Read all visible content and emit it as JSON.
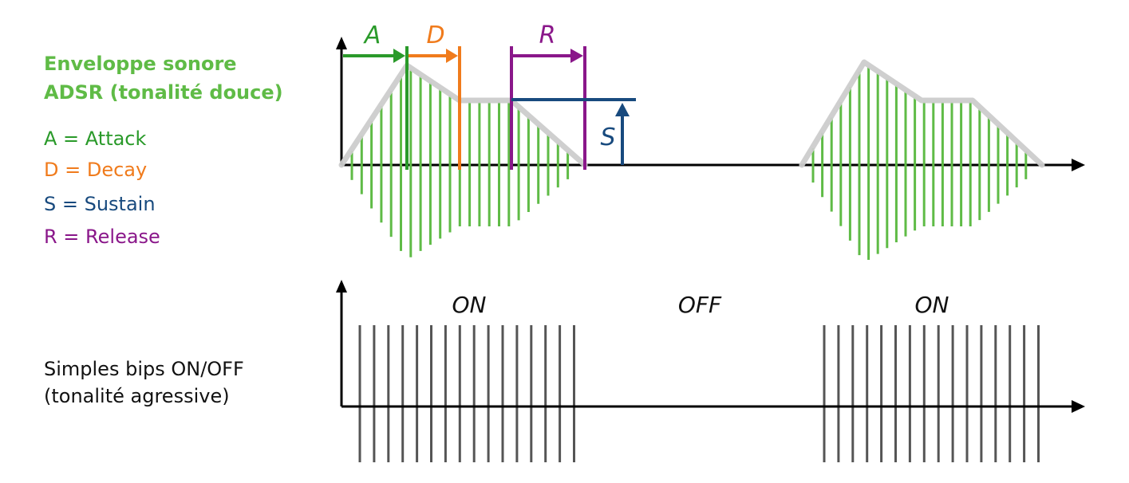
{
  "adsr_panel": {
    "title_line1": "Enveloppe sonore",
    "title_line2": "ADSR (tonalité douce)",
    "legend": [
      {
        "key": "attack",
        "text": "A = Attack",
        "color": "#2a9a2a"
      },
      {
        "key": "decay",
        "text": "D = Decay",
        "color": "#f07b1c"
      },
      {
        "key": "sustain",
        "text": "S = Sustain",
        "color": "#184a7e"
      },
      {
        "key": "release",
        "text": "R = Release",
        "color": "#8a178a"
      }
    ],
    "phase_labels": {
      "attack": "A",
      "decay": "D",
      "sustain": "S",
      "release": "R"
    }
  },
  "onoff_panel": {
    "label_line1": "Simples bips ON/OFF",
    "label_line2": "(tonalité agressive)",
    "state_labels": [
      "ON",
      "OFF",
      "ON"
    ]
  },
  "colors": {
    "title_green": "#5fbb46",
    "wave_green": "#5fbb46",
    "envelope_gray": "#cccccc",
    "axis": "#000000",
    "beep_gray": "#555555"
  }
}
